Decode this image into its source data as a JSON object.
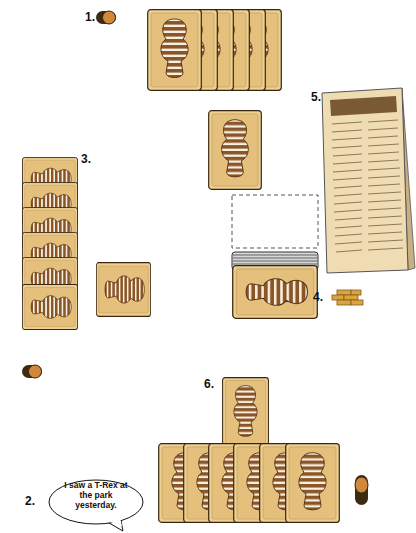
{
  "diagram": {
    "nodes": [
      {
        "text": [
          "I saw a T-Rex at the park yesterday."
        ]
      }
    ],
    "labels": [
      "1.",
      "5.",
      "3.",
      "4.",
      "6.",
      "2."
    ]
  }
}
